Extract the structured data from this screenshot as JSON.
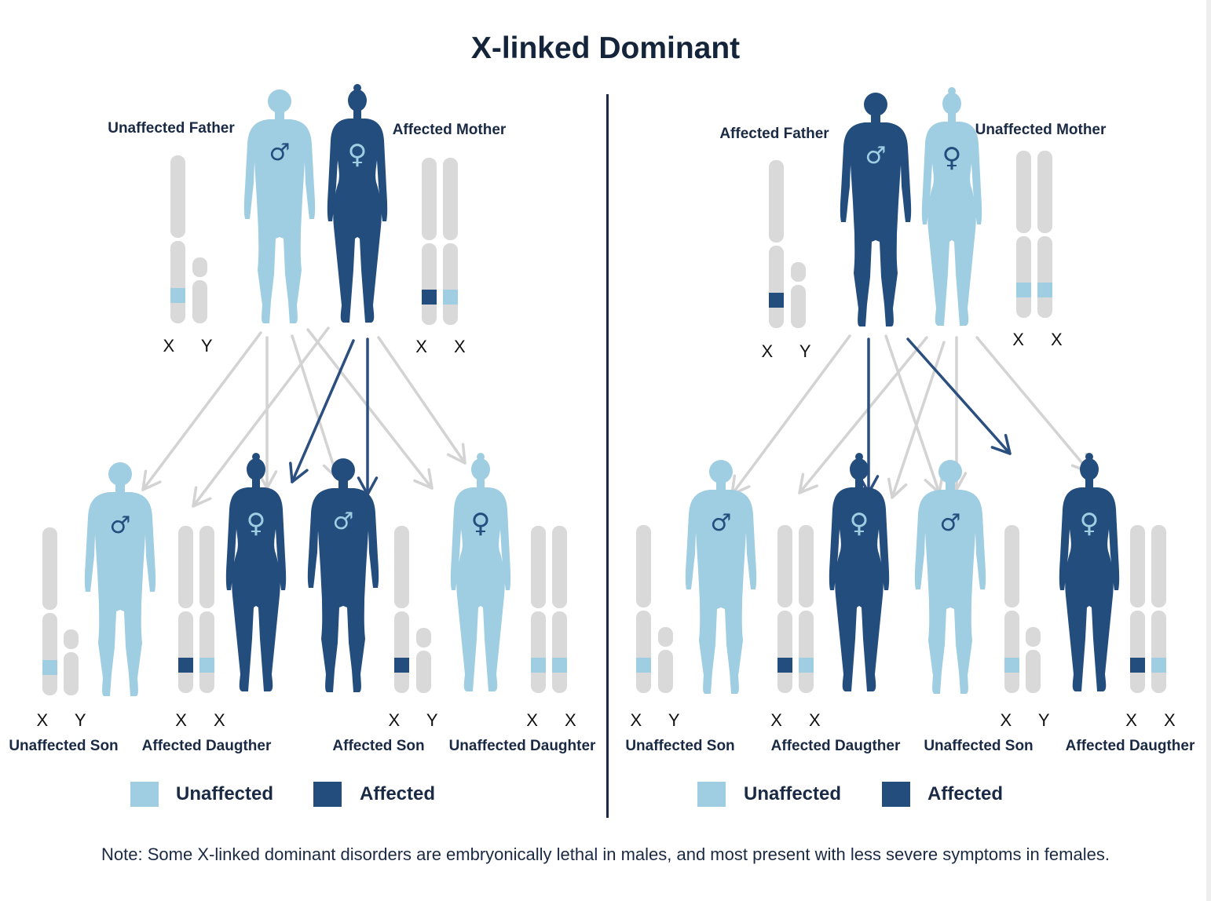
{
  "title": "X-linked Dominant",
  "colors": {
    "unaffected": "#9fcde2",
    "affected": "#234d7d",
    "chromosome": "#d9d9d9",
    "arrow_grey": "#d3d3d3",
    "arrow_blue": "#2b4f7e"
  },
  "left_panel": {
    "parents": [
      {
        "label": "Unaffected Father",
        "sex": "male",
        "status": "unaffected",
        "chromosomes": "X Y"
      },
      {
        "label": "Affected Mother",
        "sex": "female",
        "status": "affected",
        "chromosomes": "X X"
      }
    ],
    "children": [
      {
        "label": "Unaffected Son",
        "sex": "male",
        "status": "unaffected",
        "chromosomes": "X Y"
      },
      {
        "label": "Affected Daugther",
        "sex": "female",
        "status": "affected",
        "chromosomes": "X X"
      },
      {
        "label": "Affected Son",
        "sex": "male",
        "status": "affected",
        "chromosomes": "X Y"
      },
      {
        "label": "Unaffected Daughter",
        "sex": "female",
        "status": "unaffected",
        "chromosomes": "X X"
      }
    ]
  },
  "right_panel": {
    "parents": [
      {
        "label": "Affected Father",
        "sex": "male",
        "status": "affected",
        "chromosomes": "X Y"
      },
      {
        "label": "Unaffected Mother",
        "sex": "female",
        "status": "unaffected",
        "chromosomes": "X X"
      }
    ],
    "children": [
      {
        "label": "Unaffected Son",
        "sex": "male",
        "status": "unaffected",
        "chromosomes": "X Y"
      },
      {
        "label": "Affected Daugther",
        "sex": "female",
        "status": "affected",
        "chromosomes": "X X"
      },
      {
        "label": "Unaffected Son",
        "sex": "male",
        "status": "unaffected",
        "chromosomes": "X Y"
      },
      {
        "label": "Affected Daugther",
        "sex": "female",
        "status": "affected",
        "chromosomes": "X X"
      }
    ]
  },
  "legend": {
    "unaffected": "Unaffected",
    "affected": "Affected"
  },
  "symbols": {
    "male": "♂",
    "female": "♀"
  },
  "note": "Note: Some X-linked dominant disorders are embryonically lethal in males, and most present with less severe symptoms in females."
}
